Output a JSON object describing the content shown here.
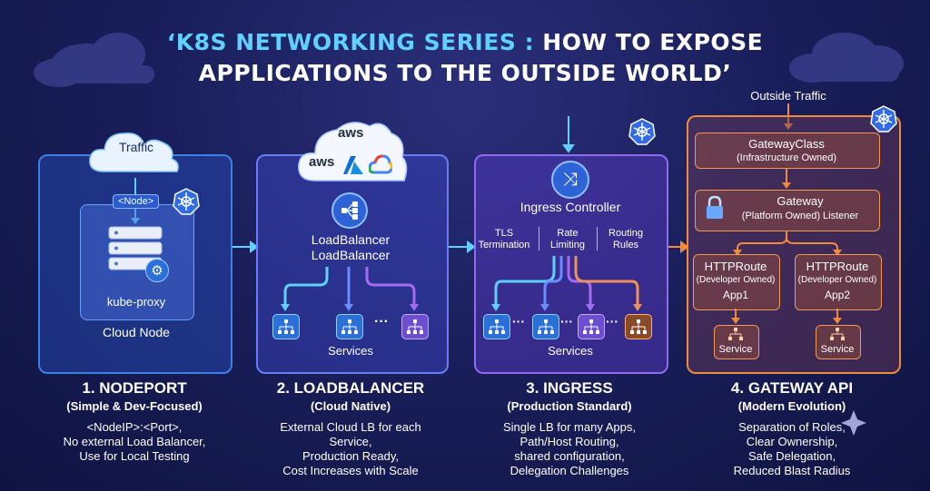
{
  "title": {
    "line1_prefix": "‘K8S NETWORKING SERIES :",
    "line1_suffix": " HOW TO EXPOSE",
    "line2": "APPLICATIONS TO THE OUTSIDE WORLD’"
  },
  "nodeport": {
    "traffic": "Traffic",
    "node_label": "<Node>",
    "proxy": "kube-proxy",
    "cloud_node": "Cloud Node",
    "heading": "1. NODEPORT",
    "subheading": "(Simple & Dev-Focused)",
    "desc": [
      "<NodeIP>:<Port>,",
      "No external Load Balancer,",
      "Use for Local Testing"
    ]
  },
  "loadbalancer": {
    "aws_top": "aws",
    "aws_left": "aws",
    "lb_line1": "LoadBalancer",
    "lb_line2": "LoadBalancer",
    "ellipsis": "···",
    "services": "Services",
    "heading": "2. LOADBALANCER",
    "subheading": "(Cloud Native)",
    "desc": [
      "External Cloud LB for each",
      "Service,",
      "Production Ready,",
      "Cost Increases with Scale"
    ]
  },
  "ingress": {
    "controller": "Ingress Controller",
    "features": [
      {
        "l1": "TLS",
        "l2": "Termination"
      },
      {
        "l1": "Rate",
        "l2": "Limiting"
      },
      {
        "l1": "Routing",
        "l2": "Rules"
      }
    ],
    "ellipsis": "···",
    "services": "Services",
    "heading": "3. INGRESS",
    "subheading": "(Production Standard)",
    "desc": [
      "Single LB for many Apps,",
      "Path/Host Routing,",
      "shared configuration,",
      "Delegation Challenges"
    ]
  },
  "gateway": {
    "outside": "Outside Traffic",
    "class_title": "GatewayClass",
    "class_sub": "(Infrastructure Owned)",
    "gw_title": "Gateway",
    "gw_sub": "(Platform Owned) Listener",
    "routes": [
      {
        "title": "HTTPRoute",
        "owner": "(Developer Owned)",
        "app": "App1",
        "service": "Service"
      },
      {
        "title": "HTTPRoute",
        "owner": "(Developer Owned)",
        "app": "App2",
        "service": "Service"
      }
    ],
    "heading": "4. GATEWAY API",
    "subheading": "(Modern Evolution)",
    "desc": [
      "Separation of Roles,",
      "Clear Ownership,",
      "Safe Delegation,",
      "Reduced Blast Radius"
    ]
  },
  "colors": {
    "accent_blue": "#5fd0ff",
    "nodeport_border": "#3c7fe6",
    "lb_border": "#6b7cf0",
    "ingress_border": "#8e6cf0",
    "gateway_border": "#f08a3c"
  },
  "icons": [
    "kubernetes-icon",
    "server-icon",
    "gear-icon",
    "cloud-icon",
    "network-icon",
    "shuffle-icon",
    "lock-icon",
    "sitemap-icon",
    "azure-icon",
    "gcp-icon"
  ]
}
